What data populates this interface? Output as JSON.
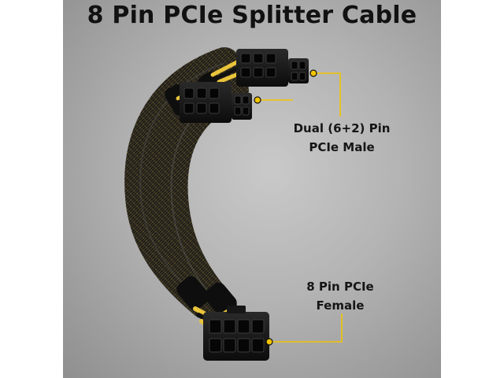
{
  "title": "8 Pin PCIe Splitter Cable",
  "callouts": {
    "male": {
      "line1": "Dual (6+2) Pin",
      "line2": "PCIe Male"
    },
    "female": {
      "line1": "8 Pin PCIe",
      "line2": "Female"
    }
  },
  "colors": {
    "background": "#b8b8b8",
    "title_text": "#111111",
    "callout_line": "#f3c400",
    "sleeve": "#1b1b1b",
    "wire_yellow": "#e9c43b",
    "connector": "#121212"
  },
  "icons": [
    "cable-sleeve",
    "pcie-connector",
    "callout-dot"
  ]
}
